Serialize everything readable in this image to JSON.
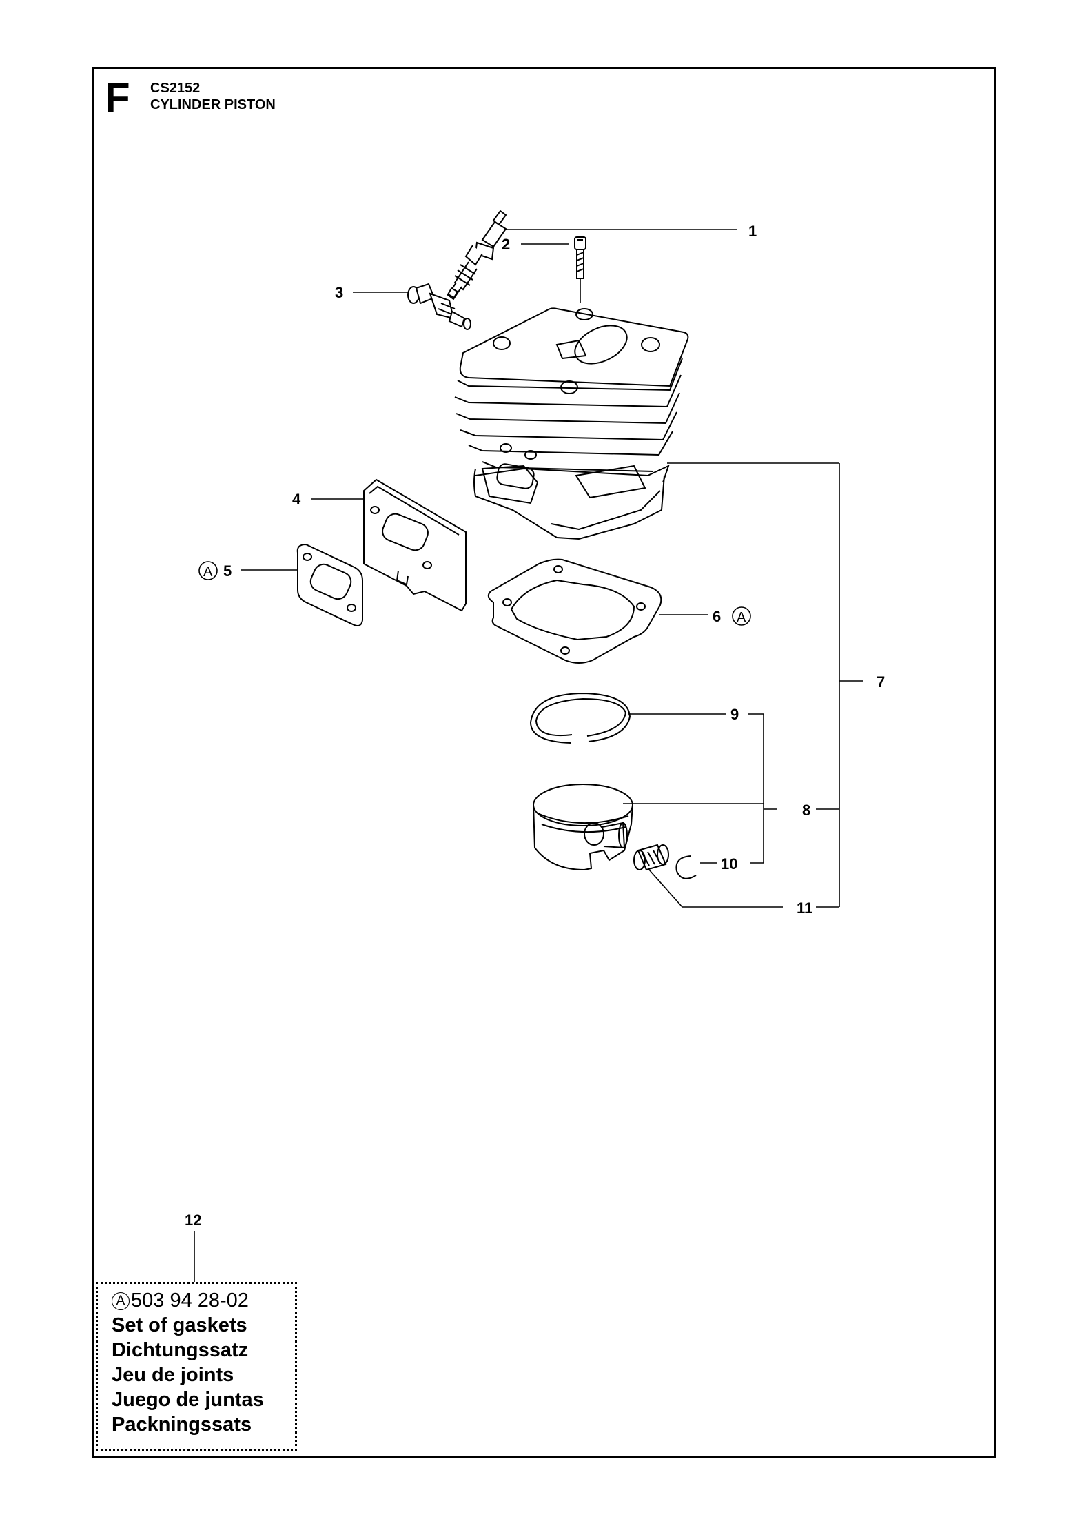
{
  "header": {
    "section_letter": "F",
    "model_code": "CS2152",
    "title": "CYLINDER PISTON"
  },
  "callouts": {
    "c1": "1",
    "c2": "2",
    "c3": "3",
    "c4": "4",
    "c5": "5",
    "c6": "6",
    "c7": "7",
    "c8": "8",
    "c9": "9",
    "c10": "10",
    "c11": "11",
    "c12": "12"
  },
  "markers": {
    "gasket_kit_symbol": "A"
  },
  "kit": {
    "symbol": "A",
    "part_number": "503 94 28-02",
    "names": [
      "Set of gaskets",
      "Dichtungssatz",
      "Jeu de joints",
      "Juego de juntas",
      "Packningssats"
    ]
  }
}
